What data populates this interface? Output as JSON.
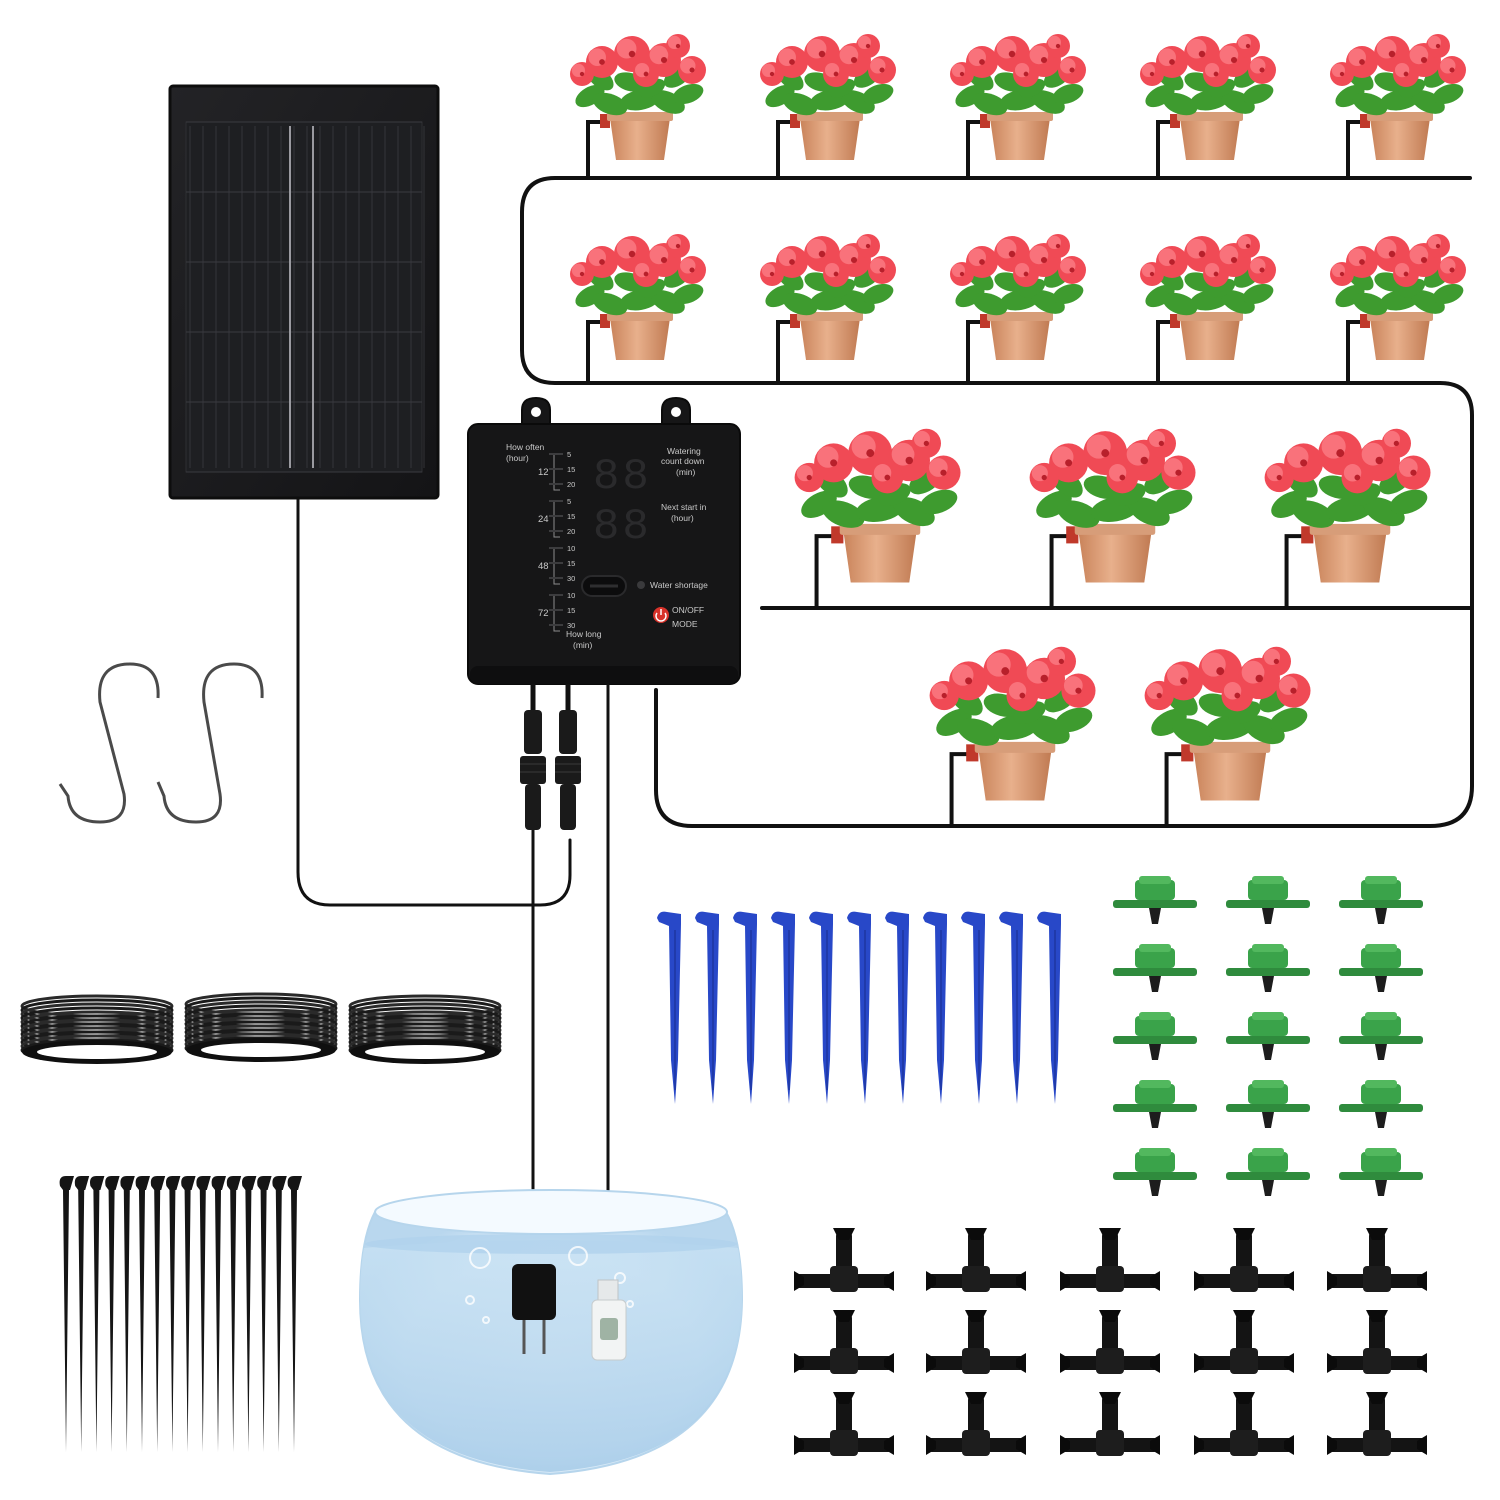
{
  "controller": {
    "how_often_label_1": "How often",
    "how_often_label_2": "(hour)",
    "groups": [
      {
        "hours": "12",
        "durations": [
          "5",
          "15",
          "20"
        ]
      },
      {
        "hours": "24",
        "durations": [
          "5",
          "15",
          "20"
        ]
      },
      {
        "hours": "48",
        "durations": [
          "10",
          "15",
          "30"
        ]
      },
      {
        "hours": "72",
        "durations": [
          "10",
          "15",
          "30"
        ]
      }
    ],
    "how_long_label_1": "How long",
    "how_long_label_2": "(min)",
    "display_top": "88",
    "display_bottom": "88",
    "watering_label_1": "Watering",
    "watering_label_2": "count down",
    "watering_label_3": "(min)",
    "next_start_label_1": "Next start in",
    "next_start_label_2": "(hour)",
    "water_shortage_label": "Water shortage",
    "onoff_label": "ON/OFF",
    "mode_label": "MODE"
  },
  "icons": {
    "solar_panel": "solar-panel-icon",
    "controller": "controller-icon",
    "flower_pot": "flower-pot-icon",
    "hook": "s-hook-icon",
    "tubing_coil": "tubing-coil-icon",
    "stake_blue": "blue-stake-icon",
    "stake_black": "black-stake-icon",
    "dripper": "green-dripper-icon",
    "tee": "tee-connector-icon",
    "fish_bowl": "water-bowl-icon",
    "pump": "pump-icon",
    "sensor": "water-sensor-icon"
  },
  "colors": {
    "tube": "#111111",
    "panel": "#1c1c1e",
    "controller": "#161617",
    "flower_red": "#f04a55",
    "leaf_green": "#3e9b2f",
    "pot_terracotta": "#d99a72",
    "stake_blue": "#2848c8",
    "dripper_green": "#3aa34a",
    "water_blue": "#cfe6f5"
  }
}
